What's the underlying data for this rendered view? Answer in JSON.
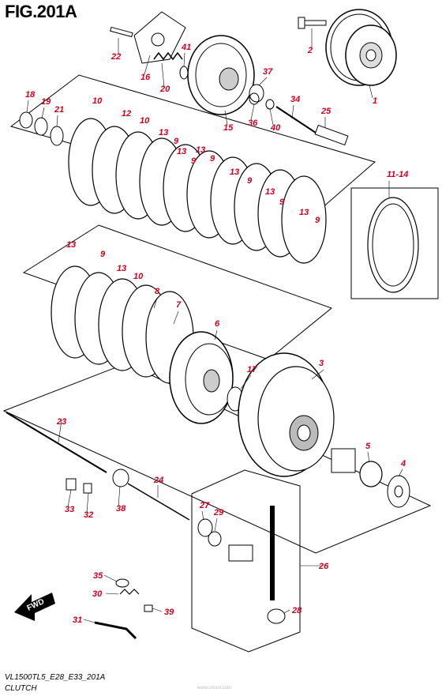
{
  "figure": {
    "title": "FIG.201A",
    "code": "VL1500TL5_E28_E33_201A",
    "name": "CLUTCH",
    "watermark": "www.cmsnl.com",
    "direction_label": "FWD"
  },
  "colors": {
    "callout": "#d1001f",
    "line": "#000000",
    "background": "#ffffff"
  },
  "callouts": [
    {
      "id": "1",
      "label": "1"
    },
    {
      "id": "2",
      "label": "2"
    },
    {
      "id": "3",
      "label": "3"
    },
    {
      "id": "4",
      "label": "4"
    },
    {
      "id": "5",
      "label": "5"
    },
    {
      "id": "6",
      "label": "6"
    },
    {
      "id": "7",
      "label": "7"
    },
    {
      "id": "8",
      "label": "8"
    },
    {
      "id": "9a",
      "label": "9"
    },
    {
      "id": "9b",
      "label": "9"
    },
    {
      "id": "9c",
      "label": "9"
    },
    {
      "id": "9d",
      "label": "9"
    },
    {
      "id": "9e",
      "label": "9"
    },
    {
      "id": "9f",
      "label": "9"
    },
    {
      "id": "9g",
      "label": "9"
    },
    {
      "id": "10a",
      "label": "10"
    },
    {
      "id": "10b",
      "label": "10"
    },
    {
      "id": "10c",
      "label": "10"
    },
    {
      "id": "11-14",
      "label": "11-14"
    },
    {
      "id": "12",
      "label": "12"
    },
    {
      "id": "13a",
      "label": "13"
    },
    {
      "id": "13b",
      "label": "13"
    },
    {
      "id": "13c",
      "label": "13"
    },
    {
      "id": "13d",
      "label": "13"
    },
    {
      "id": "13e",
      "label": "13"
    },
    {
      "id": "13f",
      "label": "13"
    },
    {
      "id": "13g",
      "label": "13"
    },
    {
      "id": "13h",
      "label": "13"
    },
    {
      "id": "15",
      "label": "15"
    },
    {
      "id": "16",
      "label": "16"
    },
    {
      "id": "17",
      "label": "17"
    },
    {
      "id": "18",
      "label": "18"
    },
    {
      "id": "19",
      "label": "19"
    },
    {
      "id": "20",
      "label": "20"
    },
    {
      "id": "21",
      "label": "21"
    },
    {
      "id": "22",
      "label": "22"
    },
    {
      "id": "23",
      "label": "23"
    },
    {
      "id": "24",
      "label": "24"
    },
    {
      "id": "25",
      "label": "25"
    },
    {
      "id": "26",
      "label": "26"
    },
    {
      "id": "27",
      "label": "27"
    },
    {
      "id": "28",
      "label": "28"
    },
    {
      "id": "29",
      "label": "29"
    },
    {
      "id": "30",
      "label": "30"
    },
    {
      "id": "31",
      "label": "31"
    },
    {
      "id": "32",
      "label": "32"
    },
    {
      "id": "33",
      "label": "33"
    },
    {
      "id": "34",
      "label": "34"
    },
    {
      "id": "35",
      "label": "35"
    },
    {
      "id": "36",
      "label": "36"
    },
    {
      "id": "37",
      "label": "37"
    },
    {
      "id": "38",
      "label": "38"
    },
    {
      "id": "39",
      "label": "39"
    },
    {
      "id": "40",
      "label": "40"
    },
    {
      "id": "41",
      "label": "41"
    }
  ]
}
